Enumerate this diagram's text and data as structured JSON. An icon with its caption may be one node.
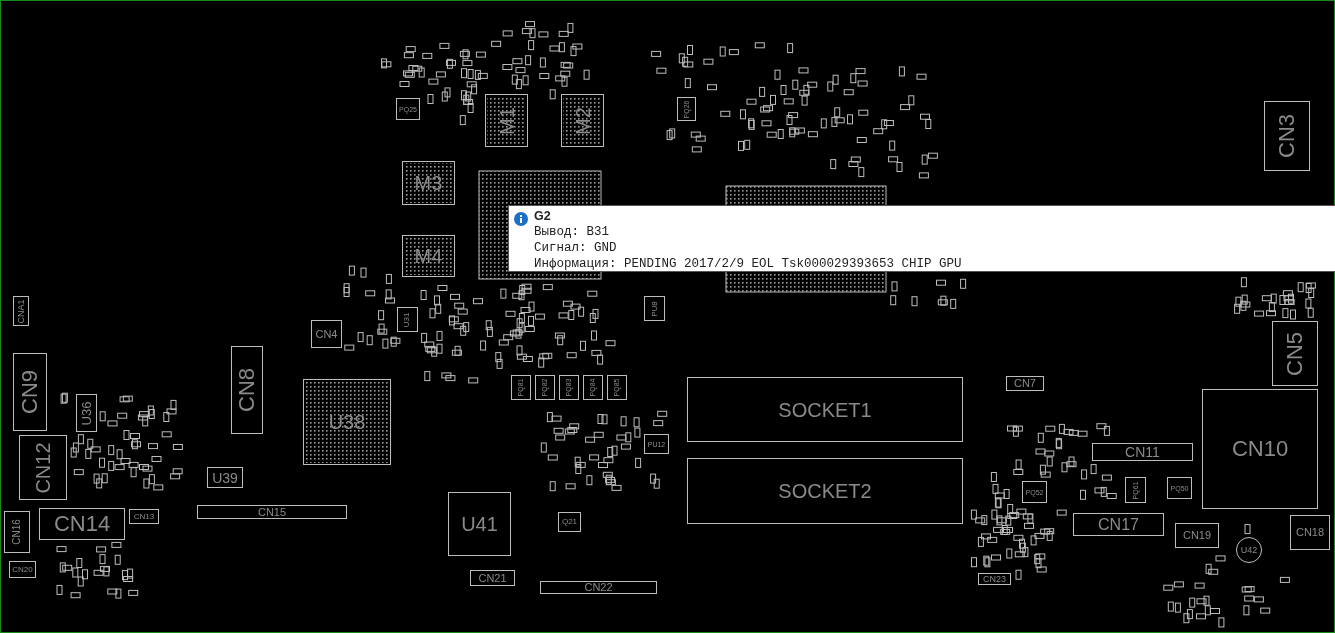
{
  "diagram": {
    "nodes": [
      {
        "text": [
          "CNA1"
        ]
      },
      {
        "text": [
          "CN9"
        ]
      },
      {
        "text": [
          "CN12"
        ]
      },
      {
        "text": [
          "U36"
        ]
      },
      {
        "text": [
          "CN16"
        ]
      },
      {
        "text": [
          "CN14"
        ]
      },
      {
        "text": [
          "CN20"
        ]
      },
      {
        "text": [
          "CN13"
        ]
      },
      {
        "text": [
          "U39"
        ]
      },
      {
        "text": [
          "CN15"
        ]
      },
      {
        "text": [
          "CN4"
        ]
      },
      {
        "text": [
          "CN8"
        ]
      },
      {
        "text": [
          "U38"
        ]
      },
      {
        "text": [
          "U31"
        ]
      },
      {
        "text": [
          "PQ25"
        ]
      },
      {
        "text": [
          "M1"
        ]
      },
      {
        "text": [
          "M2"
        ]
      },
      {
        "text": [
          "PQ26"
        ]
      },
      {
        "text": [
          "M3"
        ]
      },
      {
        "text": [
          "M4"
        ]
      },
      {
        "text": [
          "G2",
          "Вывод: B31",
          "Сигнал: GND",
          "Информация: PENDING 2017/2/9 EOL Tsk000029393653 CHIP GPU"
        ]
      },
      {
        "text": [
          "CN3"
        ]
      },
      {
        "text": [
          "PU8"
        ]
      },
      {
        "text": [
          "PQ81"
        ]
      },
      {
        "text": [
          "PQ82"
        ]
      },
      {
        "text": [
          "PQ83"
        ]
      },
      {
        "text": [
          "PQ84"
        ]
      },
      {
        "text": [
          "PQ85"
        ]
      },
      {
        "text": [
          "CN7"
        ]
      },
      {
        "text": [
          "SOCKET1"
        ]
      },
      {
        "text": [
          "CN5"
        ]
      },
      {
        "text": [
          "CN11"
        ]
      },
      {
        "text": [
          "CN10"
        ]
      },
      {
        "text": [
          "PU12"
        ]
      },
      {
        "text": [
          "SOCKET2"
        ]
      },
      {
        "text": [
          "PQ52"
        ]
      },
      {
        "text": [
          "PQ61"
        ]
      },
      {
        "text": [
          "PQ50"
        ]
      },
      {
        "text": [
          "U41"
        ]
      },
      {
        "text": [
          "Q21"
        ]
      },
      {
        "text": [
          "CN17"
        ]
      },
      {
        "text": [
          "CN18"
        ]
      },
      {
        "text": [
          "CN19"
        ]
      },
      {
        "text": [
          "U42"
        ]
      },
      {
        "text": [
          "CN21"
        ]
      },
      {
        "text": [
          "CN22"
        ]
      },
      {
        "text": [
          "CN23"
        ]
      }
    ]
  }
}
